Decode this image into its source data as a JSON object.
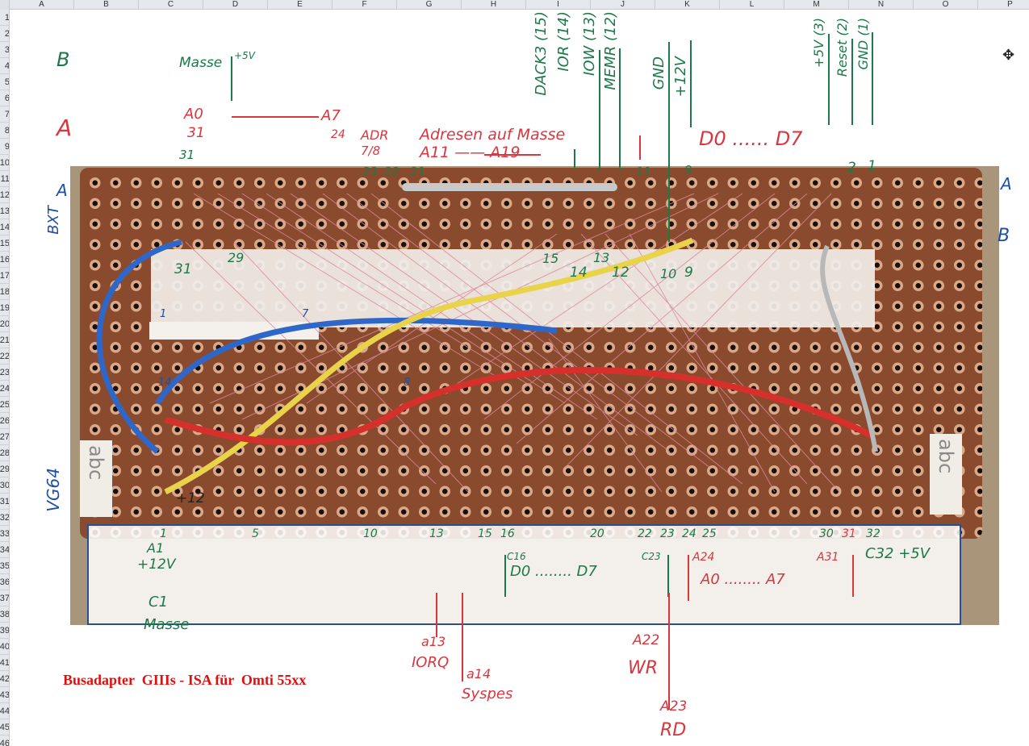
{
  "spreadsheet": {
    "columns": [
      "A",
      "B",
      "C",
      "D",
      "E",
      "F",
      "G",
      "H",
      "I",
      "J",
      "K",
      "L",
      "M",
      "N",
      "O",
      "P"
    ],
    "rows": [
      1,
      2,
      3,
      4,
      5,
      6,
      7,
      8,
      9,
      10,
      11,
      12,
      13,
      14,
      15,
      16,
      17,
      18,
      19,
      20,
      21,
      22,
      23,
      24,
      25,
      26,
      27,
      28,
      29,
      30,
      31,
      32,
      33,
      34,
      35,
      36,
      37,
      38,
      39,
      40,
      41,
      42,
      43,
      44,
      45,
      46
    ]
  },
  "title": "Busadapter  GIIIs - ISA für  Omti 55xx",
  "annotations": {
    "row_b": "B",
    "row_a": "A",
    "masse": "Masse",
    "plus5v_top": "+5V",
    "a0": "A0",
    "a7": "A7",
    "n31a": "31",
    "n31b": "31",
    "n24": "24",
    "adr": "ADR",
    "adr_sub": "7/8",
    "adressen": "Adresen  auf Masse",
    "a11_a19": "A11 —— A19",
    "dack3": "DACK3 (15)",
    "ior": "IOR (14)",
    "iow": "IOW (13)",
    "memr": "MEMR (12)",
    "gnd1": "GND",
    "plus12v": "+12V",
    "d0_d7": "D0 ...... D7",
    "plus5v": "+5V (3)",
    "reset": "Reset (2)",
    "gnd2": "GND (1)",
    "pin23": "23",
    "pin22": "22",
    "pin21": "21",
    "pin11": "11",
    "pin9": "9",
    "pin2": "2",
    "pin1": "1",
    "side_a": "A",
    "side_b": "B",
    "side_a_left": "A",
    "side_bxt": "BXT",
    "vg64": "VG64",
    "b31": "31",
    "b29": "29",
    "b15": "15",
    "b14": "14",
    "b13": "13",
    "b12": "12",
    "b10": "10",
    "b9": "9",
    "chip1": "1",
    "chip7": "7",
    "chip14": "14",
    "chip8": "8",
    "plus12_bottom": "+12",
    "abc_left": "abc",
    "abc_right": "abc",
    "c1": "1",
    "c5": "5",
    "c10": "10",
    "c13": "13",
    "c15": "15",
    "c16": "16",
    "c20": "20",
    "c22": "22",
    "c23": "23",
    "c24": "24",
    "c25": "25",
    "c30": "30",
    "c31": "31",
    "c32": "32",
    "a1": "A1",
    "plus12v_a1": "+12V",
    "c1_masse": "C1",
    "masse2": "Masse",
    "c16_label": "C16",
    "d0_d7_bottom": "D0 ........ D7",
    "c23_label": "C23",
    "a24": "A24",
    "a0_a7_bottom": "A0 ........ A7",
    "a31": "A31",
    "c32_5v": "C32 +5V",
    "a13": "a13",
    "iorq": "IORQ",
    "a14": "a14",
    "syspes": "Syspes",
    "a22": "A22",
    "wr": "WR",
    "a23": "A23",
    "rd": "RD"
  }
}
